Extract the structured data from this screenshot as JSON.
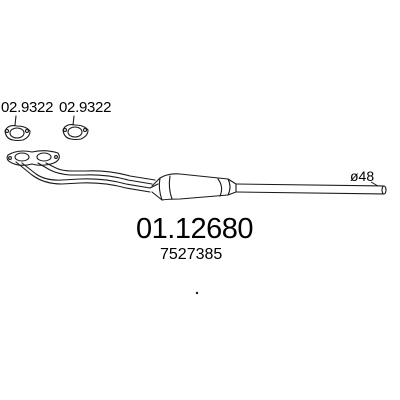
{
  "diagram": {
    "gaskets": [
      {
        "code": "02.9322"
      },
      {
        "code": "02.9322"
      }
    ],
    "pipe_diameter_label": "ø48",
    "part_number": "01.12680",
    "oem_number": "7527385"
  },
  "colors": {
    "line": "#1a1a1a",
    "text": "#000000",
    "background": "#ffffff"
  }
}
